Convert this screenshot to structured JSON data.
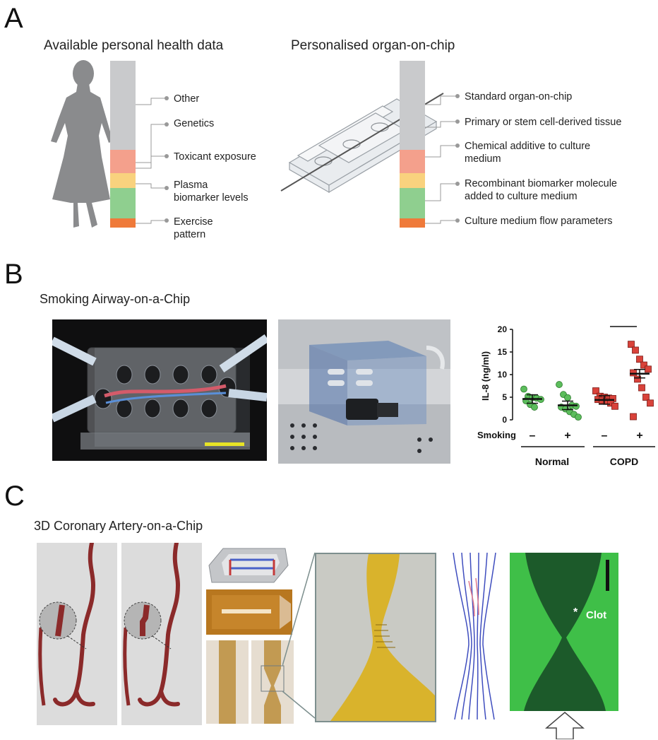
{
  "panels": {
    "a": {
      "letter": "A",
      "left_title": "Available personal health data",
      "right_title": "Personalised organ-on-chip",
      "left_items": [
        "Other",
        "Genetics",
        "Toxicant exposure",
        "Plasma\nbiomarker levels",
        "Exercise\npattern"
      ],
      "right_items": [
        "Standard organ-on-chip",
        "Primary or stem cell-derived tissue",
        "Chemical additive to culture\nmedium",
        "Recombinant biomarker molecule\nadded to culture medium",
        "Culture medium flow parameters"
      ],
      "bar_colors": [
        "#c9cacc",
        "#f4a08c",
        "#f9d27e",
        "#8fcf8f",
        "#ef7a3a"
      ]
    },
    "b": {
      "letter": "B",
      "title": "Smoking Airway-on-a-Chip"
    },
    "c": {
      "letter": "C",
      "title": "3D Coronary Artery-on-a-Chip",
      "clot_label": "Clot",
      "asterisk": "*"
    }
  },
  "chart_data": {
    "type": "scatter",
    "ylabel": "IL-8 (ng/ml)",
    "ylim": [
      0,
      20
    ],
    "yticks": [
      "0",
      "5",
      "10",
      "15",
      "20"
    ],
    "row_label": "Smoking",
    "categories": [
      "–",
      "+",
      "–",
      "+"
    ],
    "groups": [
      "Normal",
      "COPD"
    ],
    "series": [
      {
        "group": "Normal",
        "smoking": "–",
        "color": "#5cbd5c",
        "mean": 4.6,
        "values": [
          6.8,
          5.2,
          4.9,
          4.8,
          4.5,
          4.2,
          3.4,
          2.8
        ]
      },
      {
        "group": "Normal",
        "smoking": "+",
        "color": "#5cbd5c",
        "mean": 3.2,
        "values": [
          7.8,
          5.6,
          4.9,
          3.2,
          3.0,
          2.8,
          2.4,
          1.8,
          1.2,
          0.6
        ]
      },
      {
        "group": "COPD",
        "smoking": "–",
        "color": "#d9423a",
        "mean": 4.4,
        "values": [
          6.4,
          5.2,
          5.0,
          4.8,
          4.7,
          4.5,
          4.3,
          4.1,
          3.7,
          3.0
        ]
      },
      {
        "group": "COPD",
        "smoking": "+",
        "color": "#d9423a",
        "mean": 10.2,
        "values": [
          16.7,
          15.4,
          13.4,
          12.1,
          11.2,
          10.4,
          9.0,
          7.1,
          5.0,
          3.7,
          0.7
        ]
      }
    ],
    "significance_bar": [
      "COPD –",
      "COPD +"
    ]
  }
}
